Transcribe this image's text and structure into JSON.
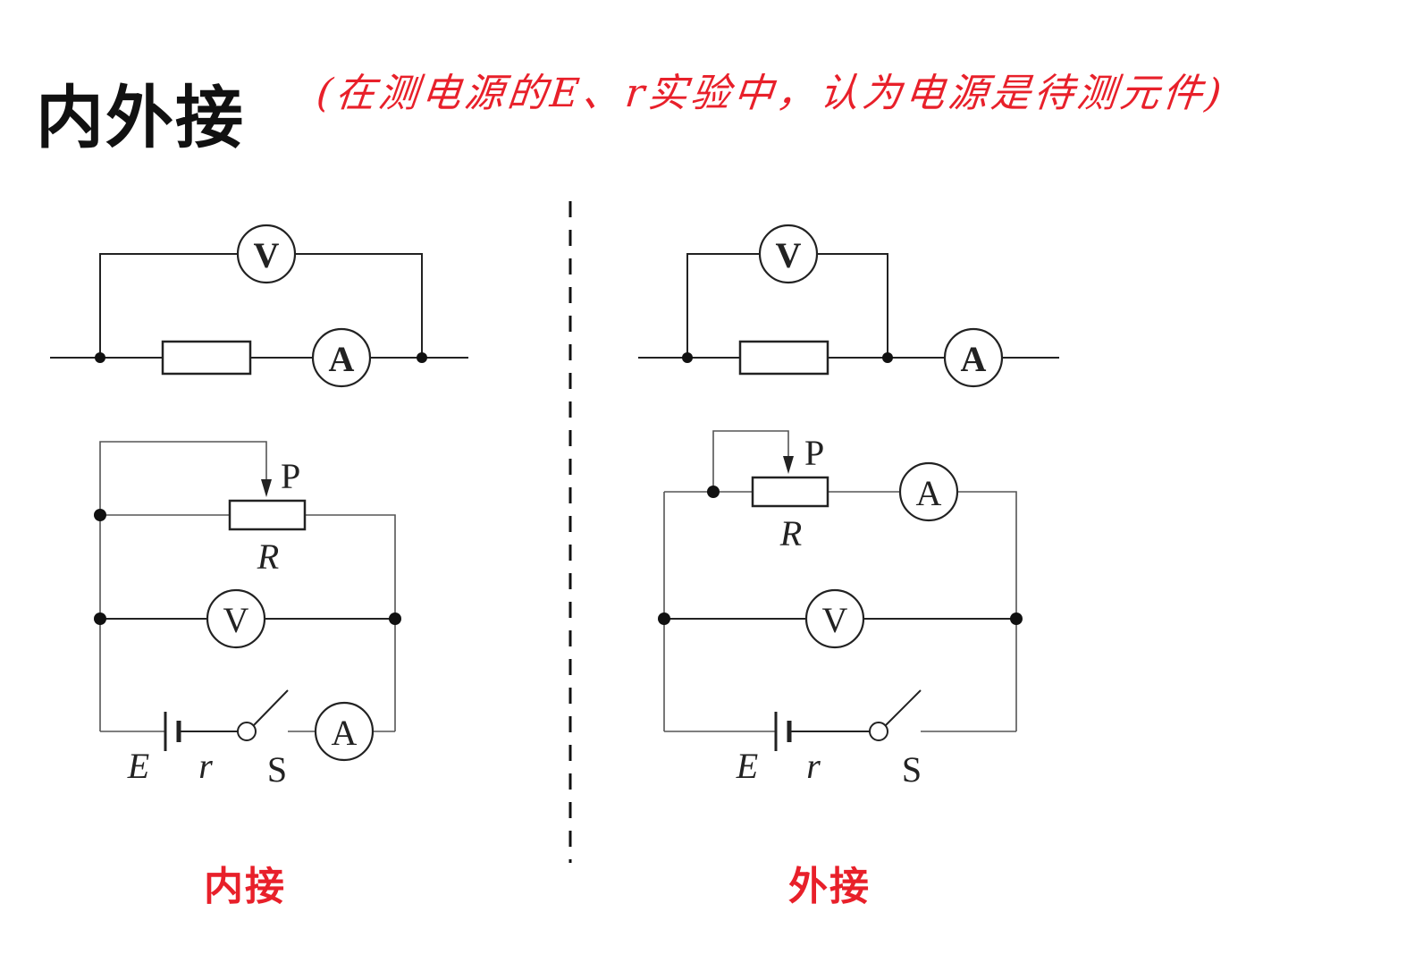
{
  "title": "内外接",
  "note": "(在测电源的E、r实验中，认为电源是待测元件)",
  "captions": {
    "left": "内接",
    "right": "外接"
  },
  "labels": {
    "voltmeter": "V",
    "ammeter": "A",
    "slider": "P",
    "rheostat": "R",
    "emf": "E",
    "internal_resistance": "r",
    "switch": "S"
  },
  "colors": {
    "annotation": "#e8202a",
    "circuit": "#222222"
  }
}
